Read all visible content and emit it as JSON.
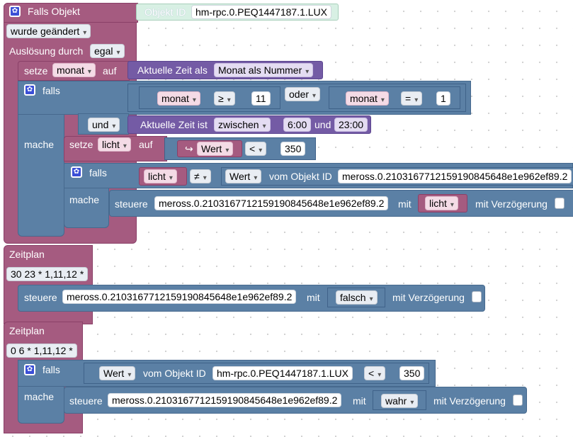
{
  "event_trigger": {
    "title": "Falls Objekt",
    "object_label": "Objekt ID",
    "object_id": "hm-rpc.0.PEQ1447187.1.LUX",
    "change_mode": "wurde geändert",
    "trigger_label": "Auslösung durch",
    "trigger_value": "egal",
    "set_month": {
      "label": "setze",
      "var": "monat",
      "to": "auf",
      "func_label": "Aktuelle Zeit als",
      "func_value": "Monat als Nummer"
    },
    "if_block": {
      "if_label": "falls",
      "do_label": "mache",
      "left_var": "monat",
      "left_op": "≥",
      "left_num": "11",
      "logic_or": "oder",
      "right_var": "monat",
      "right_op": "=",
      "right_num": "1",
      "logic_and": "und",
      "time_label": "Aktuelle Zeit ist",
      "time_mode": "zwischen",
      "time_from": "6:00",
      "time_and": "und",
      "time_to": "23:00",
      "set_light": {
        "label": "setze",
        "var": "licht",
        "to": "auf",
        "value_icon": "↪",
        "value_label": "Wert",
        "op": "<",
        "num": "350"
      },
      "inner_if": {
        "if_label": "falls",
        "do_label": "mache",
        "var": "licht",
        "op": "≠",
        "value_field": "Wert",
        "from_object": "vom Objekt ID",
        "object_id": "meross.0.2103167712159190845648e1e962ef89.2",
        "control_label": "steuere",
        "control_object": "meross.0.2103167712159190845648e1e962ef89.2",
        "with_label": "mit",
        "control_var": "licht",
        "delay_label": "mit Verzögerung"
      }
    }
  },
  "schedule_1": {
    "title": "Zeitplan",
    "cron": "30 23 * 1,11,12 *",
    "control_label": "steuere",
    "control_object": "meross.0.2103167712159190845648e1e962ef89.2",
    "with_label": "mit",
    "value": "falsch",
    "delay_label": "mit Verzögerung"
  },
  "schedule_2": {
    "title": "Zeitplan",
    "cron": "0 6 * 1,11,12 *",
    "if_label": "falls",
    "do_label": "mache",
    "value_field": "Wert",
    "from_object": "vom Objekt ID",
    "object_id": "hm-rpc.0.PEQ1447187.1.LUX",
    "op": "<",
    "num": "350",
    "control_label": "steuere",
    "control_object": "meross.0.2103167712159190845648e1e962ef89.2",
    "with_label": "mit",
    "value": "wahr",
    "delay_label": "mit Verzögerung"
  },
  "colors": {
    "event": "#a55b80",
    "control": "#5b80a5",
    "function": "#745ba5",
    "object_id": "#d8f0e4"
  }
}
